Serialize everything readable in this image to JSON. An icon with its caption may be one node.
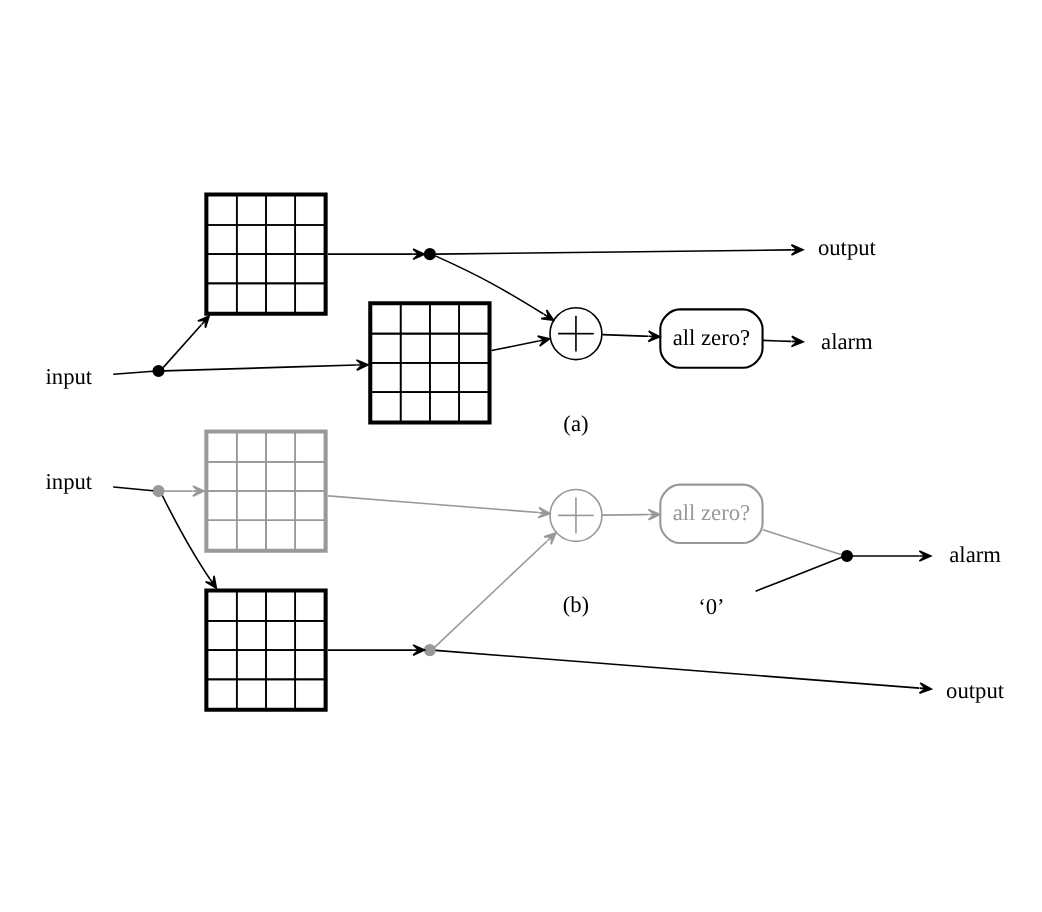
{
  "diagram": {
    "nodes": [
      {
        "text": [
          "input"
        ]
      },
      {
        "text": [],
        "shape": "dot"
      },
      {
        "text": [],
        "shape": "grid"
      },
      {
        "text": [],
        "shape": "dot"
      },
      {
        "text": [
          "output"
        ]
      },
      {
        "text": [],
        "shape": "circle"
      },
      {
        "text": [
          "all zero?"
        ]
      },
      {
        "text": [
          "alarm"
        ]
      },
      {
        "text": [],
        "shape": "grid"
      },
      {
        "text": [
          "input"
        ]
      },
      {
        "text": [],
        "shape": "dot"
      },
      {
        "text": [],
        "shape": "grid"
      },
      {
        "text": [],
        "shape": "dot"
      },
      {
        "text": [
          "output"
        ]
      },
      {
        "text": [],
        "shape": "circle"
      },
      {
        "text": [
          "all zero?"
        ]
      },
      {
        "text": [],
        "shape": "dot"
      },
      {
        "text": [
          "alarm"
        ]
      },
      {
        "text": [],
        "shape": "grid"
      },
      {
        "text": [
          "‘0’"
        ]
      }
    ],
    "edges": [
      {
        "from": 0,
        "to": 1,
        "arrow": "none"
      },
      {
        "from": 1,
        "to": 2,
        "arrow": "to"
      },
      {
        "from": 1,
        "to": 8,
        "arrow": "to"
      },
      {
        "from": 2,
        "to": 3,
        "arrow": "to"
      },
      {
        "from": 3,
        "to": 4,
        "arrow": "to"
      },
      {
        "from": 3,
        "to": 5,
        "arrow": "to"
      },
      {
        "from": 8,
        "to": 5,
        "arrow": "to"
      },
      {
        "from": 5,
        "to": 6,
        "arrow": "to"
      },
      {
        "from": 6,
        "to": 7,
        "arrow": "to"
      },
      {
        "from": 9,
        "to": 10,
        "arrow": "none"
      },
      {
        "from": 10,
        "to": 11,
        "arrow": "to"
      },
      {
        "from": 10,
        "to": 18,
        "arrow": "to",
        "color": "#999999"
      },
      {
        "from": 11,
        "to": 12,
        "arrow": "to"
      },
      {
        "from": 12,
        "to": 13,
        "arrow": "to"
      },
      {
        "from": 12,
        "to": 14,
        "arrow": "to",
        "color": "#999999"
      },
      {
        "from": 18,
        "to": 14,
        "arrow": "to",
        "color": "#999999"
      },
      {
        "from": 14,
        "to": 15,
        "arrow": "to",
        "color": "#999999"
      },
      {
        "from": 15,
        "to": 16,
        "arrow": "none",
        "color": "#999999"
      },
      {
        "from": 16,
        "to": 17,
        "arrow": "to"
      },
      {
        "from": 19,
        "to": 16,
        "arrow": "none"
      }
    ],
    "labels": [
      "(a)",
      "(b)"
    ]
  }
}
